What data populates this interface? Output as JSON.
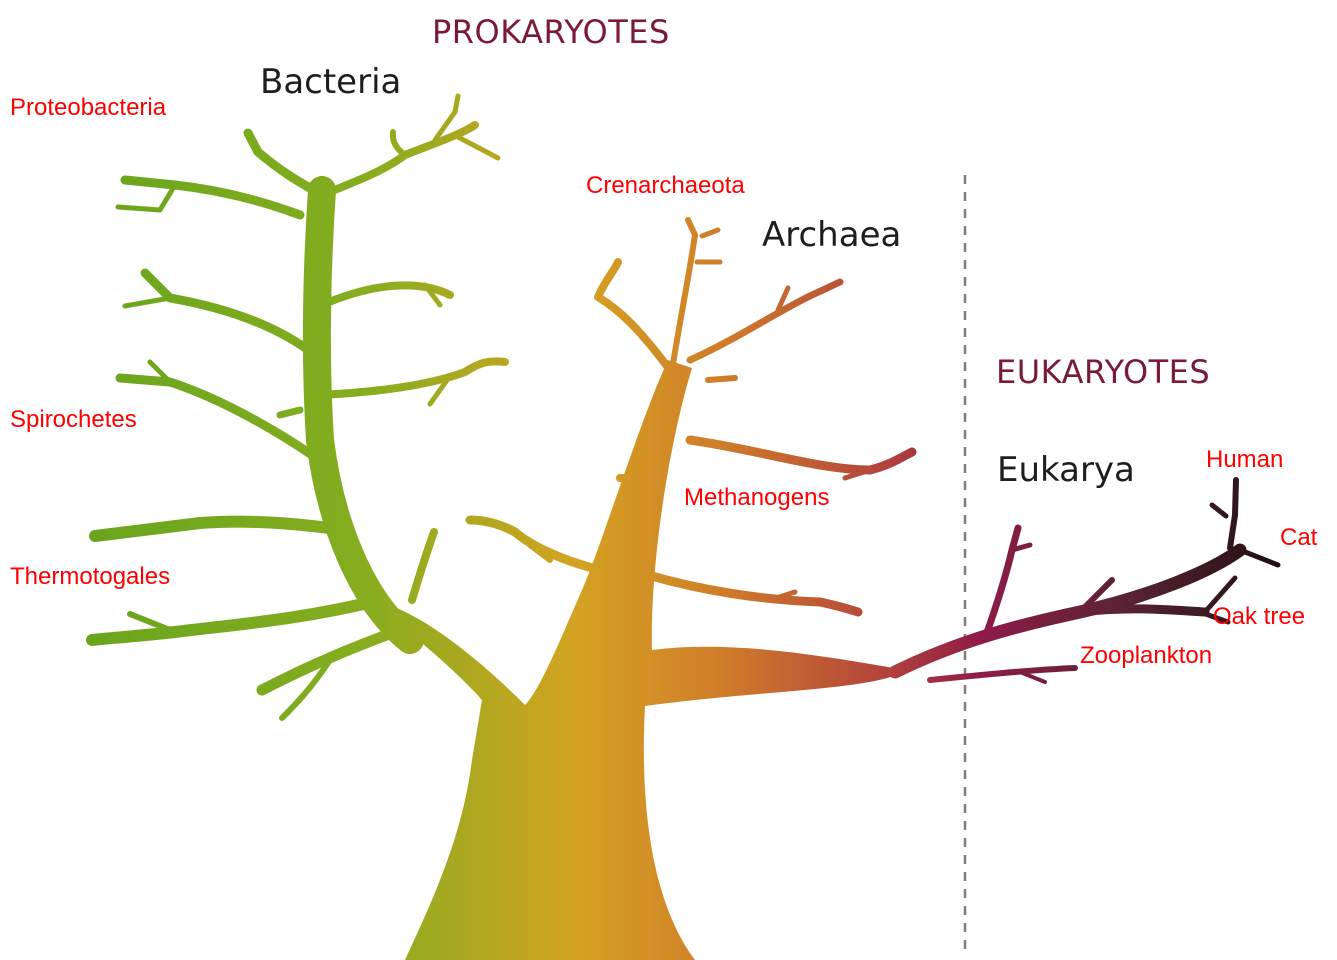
{
  "colors": {
    "group_title": "#7a1a35",
    "domain_title": "#1e1e1e",
    "annotation": "#ff0000",
    "divider": "#8c7a72",
    "bacteria_branch": "#6fa61c",
    "archaea_branch": "#c56a2c",
    "eukarya_branch": "#6e1a3a",
    "eukarya_tips": "#2a0f10"
  },
  "groups": {
    "prokaryotes": "PROKARYOTES",
    "eukaryotes": "EUKARYOTES"
  },
  "domains": {
    "bacteria": "Bacteria",
    "archaea": "Archaea",
    "eukarya": "Eukarya"
  },
  "annotations": {
    "proteobacteria": "Proteobacteria",
    "spirochetes": "Spirochetes",
    "thermotogales": "Thermotogales",
    "crenarchaeota": "Crenarchaeota",
    "methanogens": "Methanogens",
    "human": "Human",
    "cat": "Cat",
    "oak_tree": "Oak tree",
    "zooplankton": "Zooplankton"
  }
}
